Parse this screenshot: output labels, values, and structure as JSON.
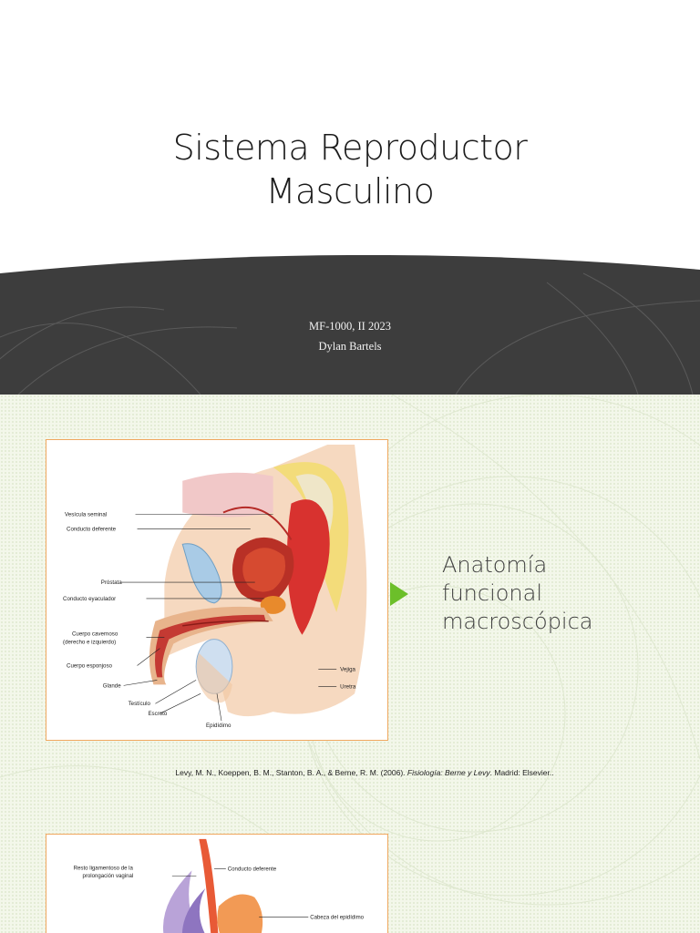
{
  "slide1": {
    "title_line1": "Sistema Reproductor",
    "title_line2": "Masculino",
    "subtitle_line1": "MF-1000, II 2023",
    "subtitle_line2": "Dylan Bartels",
    "band_color": "#3d3d3d",
    "title_color": "#1a1a1a"
  },
  "slide2": {
    "section_title_line1": "Anatomía",
    "section_title_line2": "funcional",
    "section_title_line3": "macroscópica",
    "arrow_color": "#6cbf2a",
    "citation_prefix": "Levy, M. N., Koeppen, B. M., Stanton, B. A., & Berne, R. M. (2006). ",
    "citation_title": "Fisiología: Berne y Levy",
    "citation_suffix": ". Madrid: Elsevier..",
    "figure_labels": {
      "vesicula": "Vesícula seminal",
      "conducto_deferente": "Conducto deferente",
      "prostata": "Próstata",
      "eyaculador": "Conducto eyaculador",
      "cavernoso_1": "Cuerpo cavernoso",
      "cavernoso_2": "(derecho e izquierdo)",
      "esponjoso": "Cuerpo esponjoso",
      "glande": "Glande",
      "testiculo": "Testículo",
      "escroto": "Escroto",
      "epididimo": "Epidídimo",
      "vejiga": "Vejiga",
      "uretra": "Uretra"
    },
    "figure2_labels": {
      "resto_1": "Resto ligamentoso de la",
      "resto_2": "prolongación vaginal",
      "conducto_deferente": "Conducto deferente",
      "cabeza": "Cabeza del epidídimo"
    }
  }
}
